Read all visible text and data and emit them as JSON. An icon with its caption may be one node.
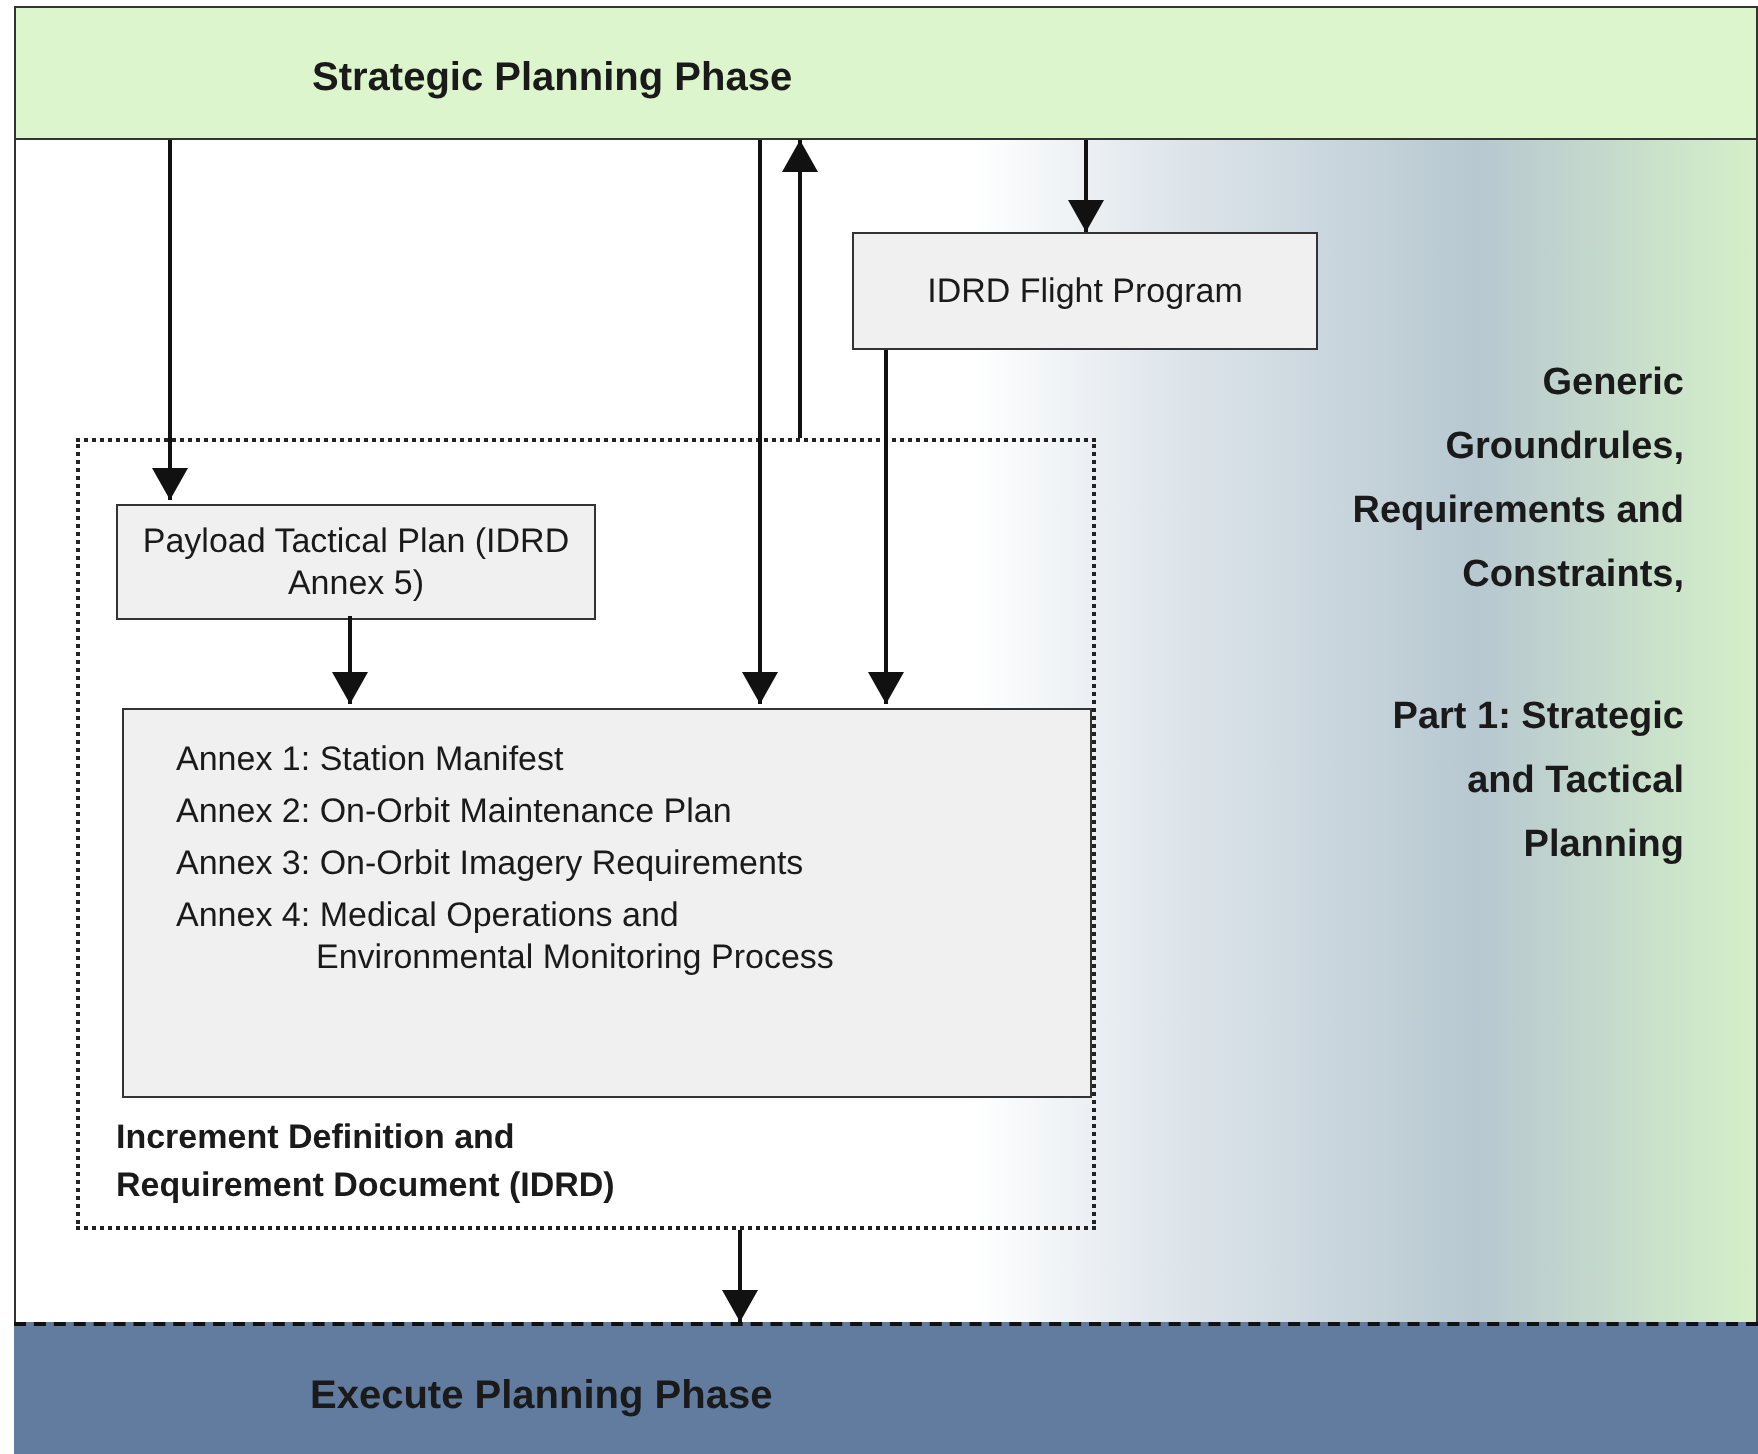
{
  "diagram": {
    "nodes": [
      {
        "text": [
          "Strategic Planning Phase"
        ]
      },
      {
        "text": [
          "Generic Groundrules, Requirements and Constraints,",
          "Part 1: Strategic and Tactical Planning"
        ]
      },
      {
        "text": [
          "IDRD Flight Program"
        ],
        "in": 1
      },
      {
        "text": [
          "Increment Definition and Requirement Document (IDRD)"
        ],
        "in": 1
      },
      {
        "text": [
          "Payload Tactical Plan (IDRD Annex 5)"
        ],
        "in": 3
      },
      {
        "text": [
          "Annex 1: Station Manifest",
          "Annex 2: On-Orbit Maintenance Plan",
          "Annex 3: On-Orbit Imagery Requirements",
          "Annex 4: Medical Operations and Environmental Monitoring Process"
        ],
        "in": 3
      },
      {
        "text": [
          "Execute Planning Phase"
        ]
      }
    ],
    "edges": [
      {
        "from": 0,
        "to": 4,
        "arrow": "to"
      },
      {
        "from": 0,
        "to": 5,
        "arrow": "to"
      },
      {
        "from": 3,
        "to": 0,
        "arrow": "to"
      },
      {
        "from": 0,
        "to": 2,
        "arrow": "to"
      },
      {
        "from": 2,
        "to": 5,
        "arrow": "to"
      },
      {
        "from": 4,
        "to": 5,
        "arrow": "to"
      },
      {
        "from": 3,
        "to": 6,
        "arrow": "to"
      }
    ]
  }
}
